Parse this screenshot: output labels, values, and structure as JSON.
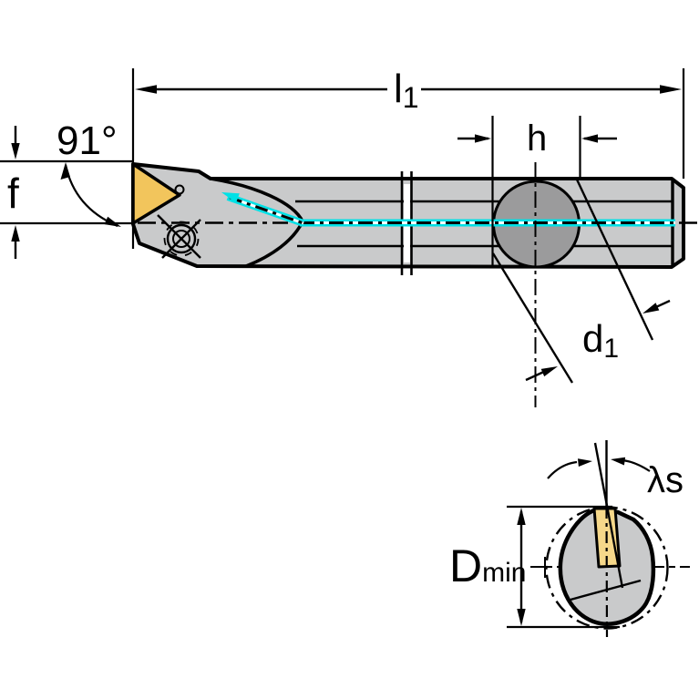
{
  "labels": {
    "angle": "91°",
    "f": "f",
    "l1_base": "l",
    "l1_sub": "1",
    "h": "h",
    "d1_base": "d",
    "d1_sub": "1",
    "dmin_base": "D",
    "dmin_sub": "min",
    "lambda_s": "λs"
  },
  "colors": {
    "background": "#ffffff",
    "outline": "#000000",
    "body_fill": "#c9cacb",
    "flat_fill": "#9b9b9c",
    "insert_fill": "#f2c55c",
    "insert_end_fill": "#f6d88a",
    "coolant": "#00e1e6"
  }
}
